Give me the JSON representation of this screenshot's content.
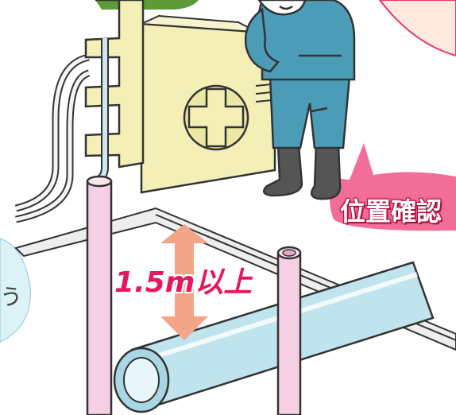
{
  "illustration": {
    "distance_label": "1.5m以上",
    "speech_bubble_text": "位置確認",
    "left_text_fragment": "う"
  },
  "colors": {
    "unit_body": "#f3efb6",
    "bubble_pink": "#f06e97",
    "pipe_pink": "#f5cfe4",
    "label_red": "#e8175d",
    "arrow": "#f2a587",
    "worker_suit": "#4a9cb7",
    "gas_pipe": "#bfe4ee"
  }
}
